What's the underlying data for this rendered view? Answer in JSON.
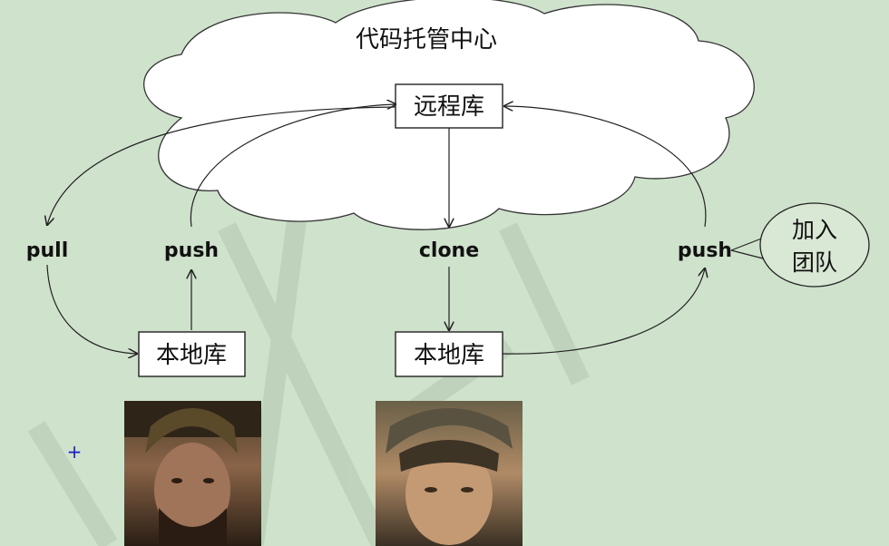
{
  "cloud_title": "代码托管中心",
  "remote_repo": "远程库",
  "local_repo_a": "本地库",
  "local_repo_b": "本地库",
  "actions": {
    "pull": "pull",
    "push_a": "push",
    "clone": "clone",
    "push_b": "push"
  },
  "join_team": [
    "加入",
    "团队"
  ],
  "marker": "+",
  "colors": {
    "background": "#cfe3cc",
    "cloud_fill": "#ffffff",
    "stroke": "#222222",
    "marker": "#1a1acc"
  }
}
